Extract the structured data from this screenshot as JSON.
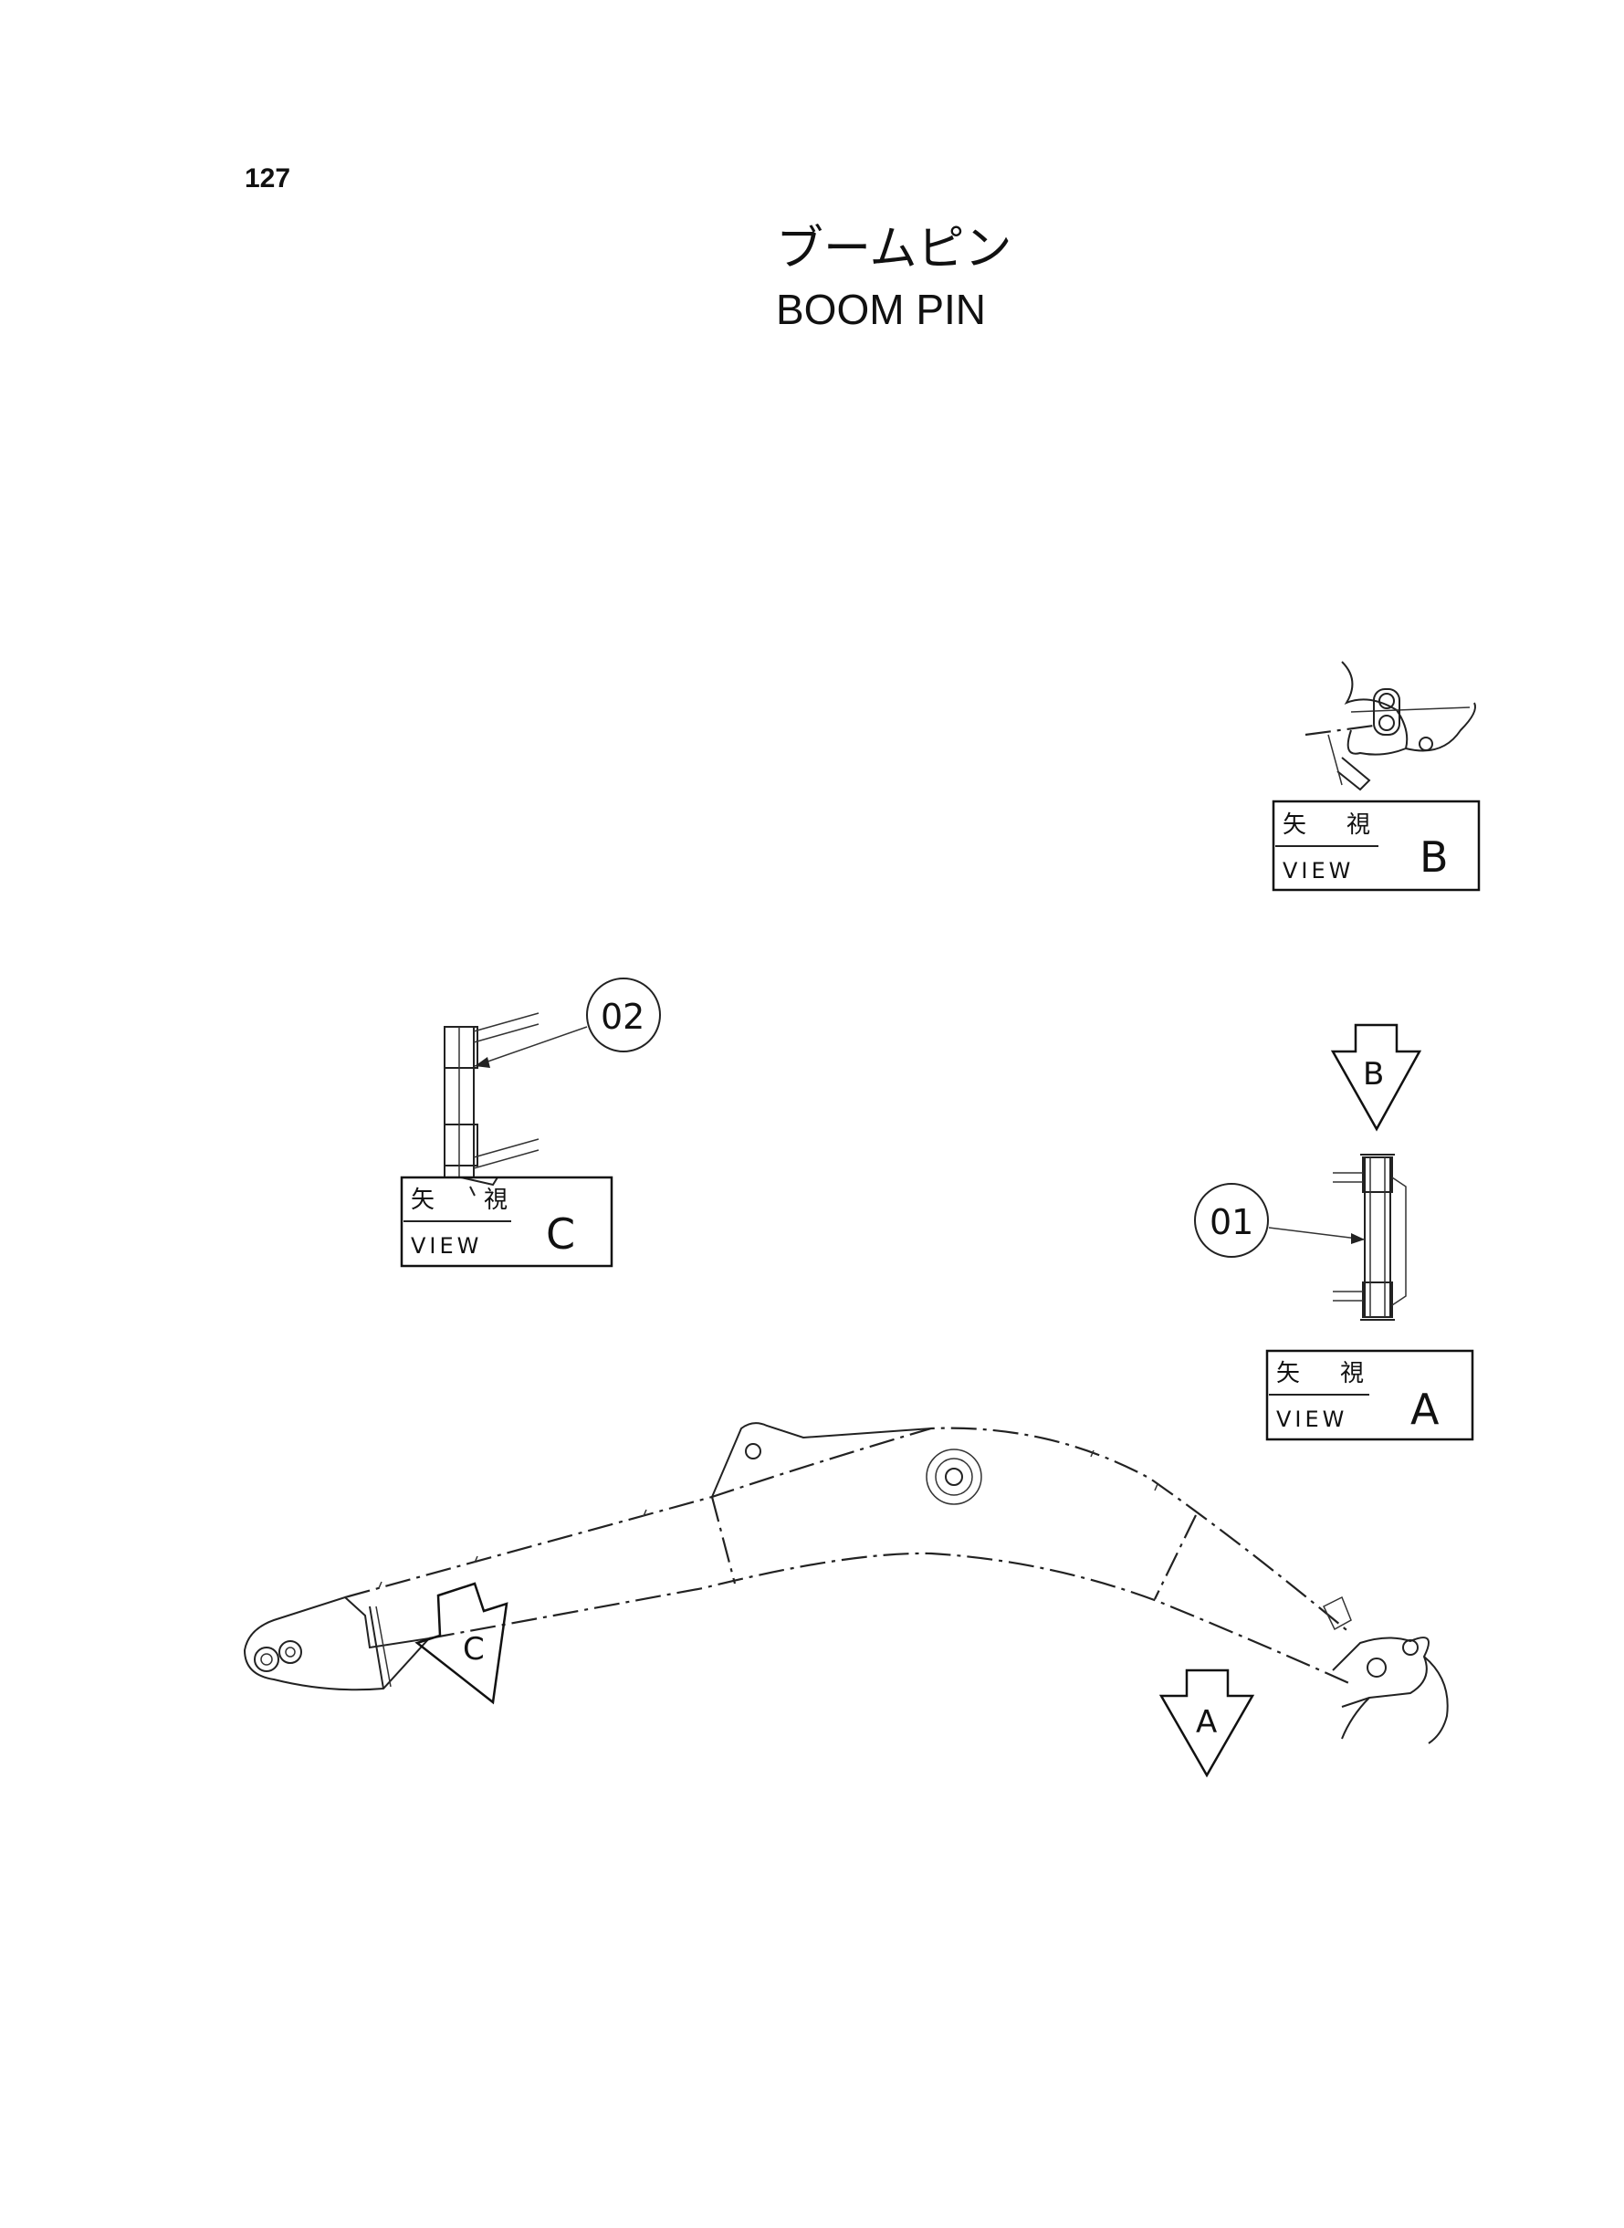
{
  "page": {
    "number": "127",
    "title_jp": "ブームピン",
    "title_en": "BOOM PIN"
  },
  "views": {
    "a": {
      "label_jp_1": "矢",
      "label_jp_2": "視",
      "label_en": "VIEW",
      "letter": "A"
    },
    "b": {
      "label_jp_1": "矢",
      "label_jp_2": "視",
      "label_en": "VIEW",
      "letter": "B"
    },
    "c": {
      "label_jp_1": "矢",
      "label_jp_2": "視",
      "label_en": "VIEW",
      "letter": "C"
    }
  },
  "arrows": {
    "a": "A",
    "b": "B",
    "c": "C"
  },
  "callouts": {
    "part_01": "01",
    "part_02": "02"
  }
}
